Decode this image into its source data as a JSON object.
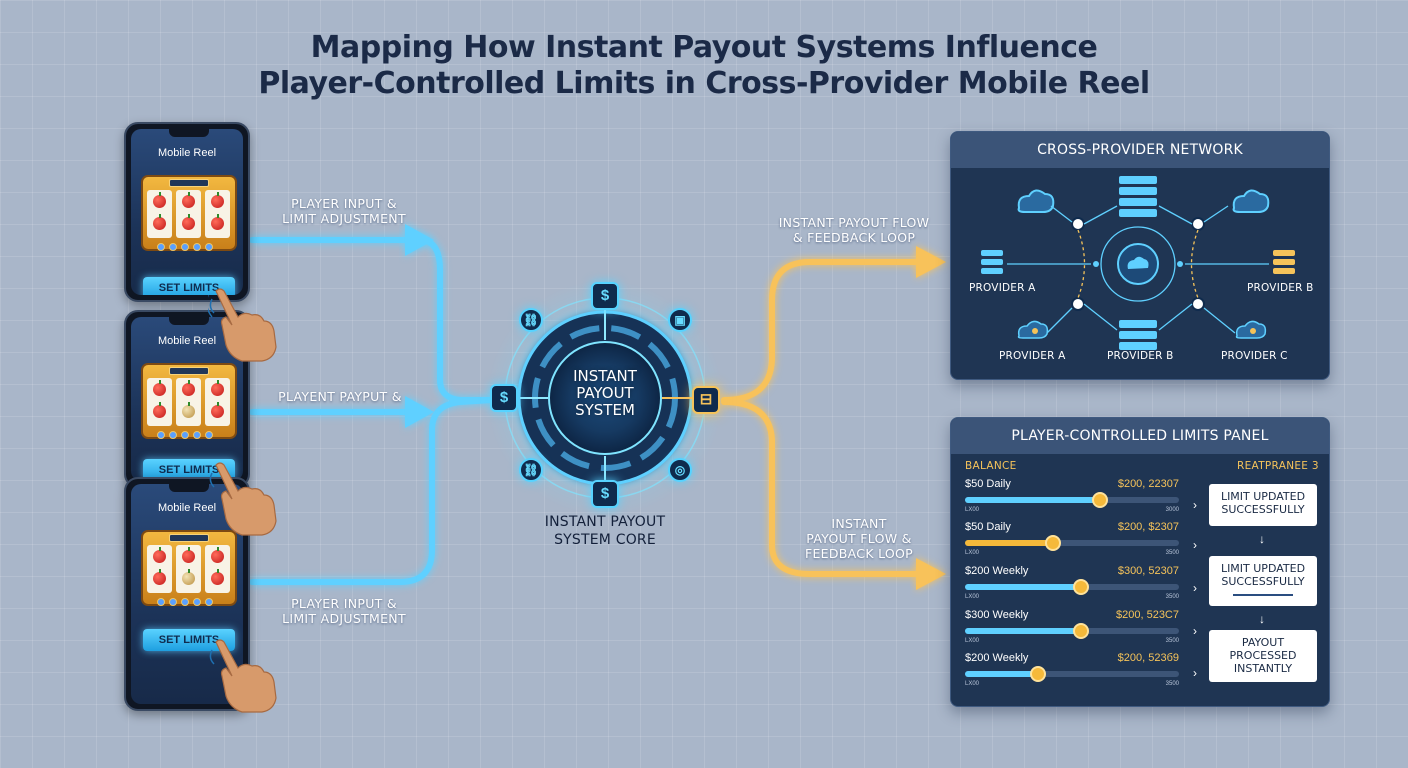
{
  "title_line1": "Mapping How Instant Payout Systems Influence",
  "title_line2": "Player-Controlled Limits in Cross-Provider Mobile Reel",
  "colors": {
    "background": "#a9b6c9",
    "blue_flow": "#5fd0ff",
    "gold_flow": "#f8c25a",
    "panel": "#1f3553",
    "panel_header": "#3b5478",
    "accent_gold": "#f5c35a"
  },
  "phones": [
    {
      "title": "Mobile Reel",
      "button": "SET LIMITS"
    },
    {
      "title": "Mobile Reel",
      "button": "SET LIMITS"
    },
    {
      "title": "Mobile Reel",
      "button": "SET LIMITS"
    }
  ],
  "labels": {
    "player_input_top_1": "PLAYER INPUT &",
    "player_input_top_2": "LIMIT ADJUSTMENT",
    "playent_payput": "PLAYENT PAYPUT &",
    "player_input_bottom_1": "PLAYER INPUT &",
    "player_input_bottom_2": "LIMIT ADJUSTMENT",
    "instant_flow_top_1": "INSTANT PAYOUT FLOW",
    "instant_flow_top_2": "& FEEDBACK LOOP",
    "instant_flow_bottom_1": "INSTANT",
    "instant_flow_bottom_2": "PAYOUT FLOW &",
    "instant_flow_bottom_3": "FEEDBACK LOOP"
  },
  "core": {
    "line1": "INSTANT",
    "line2": "PAYOUT",
    "line3": "SYSTEM",
    "sub1": "INSTANT PAYOUT",
    "sub2": "SYSTEM CORE",
    "node_dollar": "$",
    "icons": [
      "link-icon",
      "wallet-icon",
      "dollar-icon",
      "chip-icon"
    ]
  },
  "network": {
    "header": "CROSS-PROVIDER NETWORK",
    "provider_left": "PROVIDER A",
    "provider_right": "PROVIDER B",
    "bottom_left": "PROVIDER A",
    "bottom_center": "PROVIDER B",
    "bottom_right": "PROVIDER C"
  },
  "limits": {
    "header": "PLAYER-CONTROLLED LIMITS PANEL",
    "balance": "BALANCE",
    "right_head": "REATPRANEE 3",
    "rows": [
      {
        "left": "$50 Daily",
        "right": "$200, 22307",
        "min": "LX00",
        "max": "3000",
        "level": 0.63,
        "color": "#f5b93a",
        "fillc": "#5fd0ff"
      },
      {
        "left": "$50 Daily",
        "right": "$200, $2307",
        "min": "LX00",
        "max": "3500",
        "level": 0.41,
        "color": "#f5b93a",
        "fillc": "#f5b93a"
      },
      {
        "left": "$200 Weekly",
        "right": "$300, 52307",
        "min": "LX00",
        "max": "3500",
        "level": 0.54,
        "color": "#f5b93a",
        "fillc": "#5fd0ff"
      },
      {
        "left": "$300 Weekly",
        "right": "$200, 523C7",
        "min": "LX00",
        "max": "3500",
        "level": 0.54,
        "color": "#f5b93a",
        "fillc": "#5fd0ff"
      },
      {
        "left": "$200 Weekly",
        "right": "$200, 523б9",
        "min": "LX00",
        "max": "3500",
        "level": 0.34,
        "color": "#f5b93a",
        "fillc": "#5fd0ff"
      }
    ],
    "notice1_1": "LIMIT UPDATED",
    "notice1_2": "SUCCESSFULLY",
    "notice2_1": "LIMIT UPDATED",
    "notice2_2": "SUCCESSFULLY",
    "notice3_1": "PAYOUT",
    "notice3_2": "PROCESSED",
    "notice3_3": "INSTANTLY"
  }
}
